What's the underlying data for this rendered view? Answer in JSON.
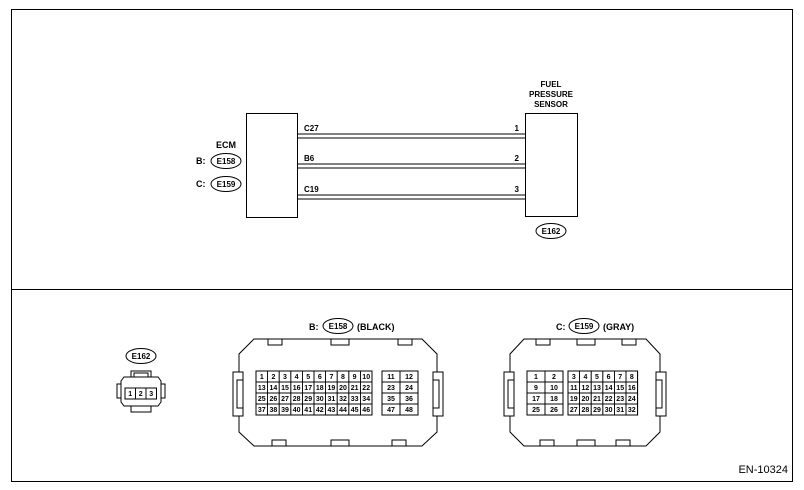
{
  "wiring": {
    "ecm_label": "ECM",
    "ecm_connectors": [
      {
        "prefix": "B:",
        "code": "E158"
      },
      {
        "prefix": "C:",
        "code": "E159"
      }
    ],
    "sensor_label_lines": [
      "FUEL",
      "PRESSURE",
      "SENSOR"
    ],
    "sensor_connector": "E162",
    "wires": [
      {
        "ecm_pin": "C27",
        "sensor_pin": "1"
      },
      {
        "ecm_pin": "B6",
        "sensor_pin": "2"
      },
      {
        "ecm_pin": "C19",
        "sensor_pin": "3"
      }
    ]
  },
  "connectors": {
    "e162": {
      "code": "E162",
      "pins": [
        "1",
        "2",
        "3"
      ]
    },
    "e158": {
      "prefix": "B:",
      "code": "E158",
      "suffix": "(BLACK)",
      "left_rows": [
        [
          "1",
          "2",
          "3",
          "4",
          "5",
          "6",
          "7",
          "8",
          "9",
          "10"
        ],
        [
          "13",
          "14",
          "15",
          "16",
          "17",
          "18",
          "19",
          "20",
          "21",
          "22"
        ],
        [
          "25",
          "26",
          "27",
          "28",
          "29",
          "30",
          "31",
          "32",
          "33",
          "34"
        ],
        [
          "37",
          "38",
          "39",
          "40",
          "41",
          "42",
          "43",
          "44",
          "45",
          "46"
        ]
      ],
      "right_rows": [
        [
          "11",
          "12"
        ],
        [
          "23",
          "24"
        ],
        [
          "35",
          "36"
        ],
        [
          "47",
          "48"
        ]
      ]
    },
    "e159": {
      "prefix": "C:",
      "code": "E159",
      "suffix": "(GRAY)",
      "left_rows": [
        [
          "1",
          "2"
        ],
        [
          "9",
          "10"
        ],
        [
          "17",
          "18"
        ],
        [
          "25",
          "26"
        ]
      ],
      "right_rows": [
        [
          "3",
          "4",
          "5",
          "6",
          "7",
          "8"
        ],
        [
          "11",
          "12",
          "13",
          "14",
          "15",
          "16"
        ],
        [
          "19",
          "20",
          "21",
          "22",
          "23",
          "24"
        ],
        [
          "27",
          "28",
          "29",
          "30",
          "31",
          "32"
        ]
      ]
    }
  },
  "figure_id": "EN-10324"
}
